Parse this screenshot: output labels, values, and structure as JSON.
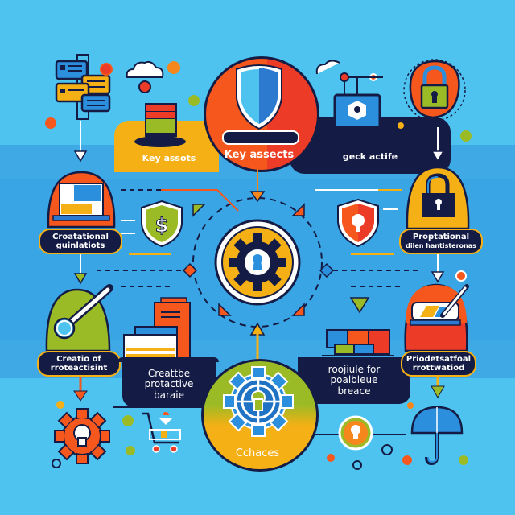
{
  "colors": {
    "background": "#4fc3f0",
    "band": "#3fa9e6",
    "navy": "#141c45",
    "orange": "#f5571c",
    "red": "#ec3b26",
    "yellow": "#f5b015",
    "green": "#9bbb26",
    "blue": "#2b8fde",
    "white": "#ffffff"
  },
  "top_row": {
    "left_label": "Key assots",
    "center_label": "Key assects",
    "right_label": "geck actife"
  },
  "middle_row": {
    "left_label_line1": "Croatational",
    "left_label_line2": "guinlatiots",
    "right_label_line1": "Proptational",
    "right_label_line2": "dilen hantisteronas"
  },
  "lower_row": {
    "left_label_line1": "Creatio of",
    "left_label_line2": "rroteactisint",
    "center_left_label_line1": "Creattbe",
    "center_left_label_line2": "protactive",
    "center_left_label_line3": "baraie",
    "center_right_label_line1": "roojiule for",
    "center_right_label_line2": "poaibleue",
    "center_right_label_line3": "breace",
    "right_label_line1": "Priodetsatfoal",
    "right_label_line2": "rrottwatiod"
  },
  "bottom": {
    "center_label": "Cchaces"
  },
  "icons": [
    "document-stack-icon",
    "cloud-icon",
    "server-rack-icon",
    "shield-icon",
    "laptop-icon",
    "padlock-icon",
    "laptop-screen-icon",
    "dollar-shield-icon",
    "keyhole-gear-icon",
    "keyhole-shield-icon",
    "padlock-icon",
    "magnifier-icon",
    "folder-stack-icon",
    "block-stack-icon",
    "monitor-pen-icon",
    "gear-bulb-icon",
    "shopping-cart-icon",
    "target-gear-icon",
    "keyhole-circle-icon",
    "umbrella-icon"
  ]
}
